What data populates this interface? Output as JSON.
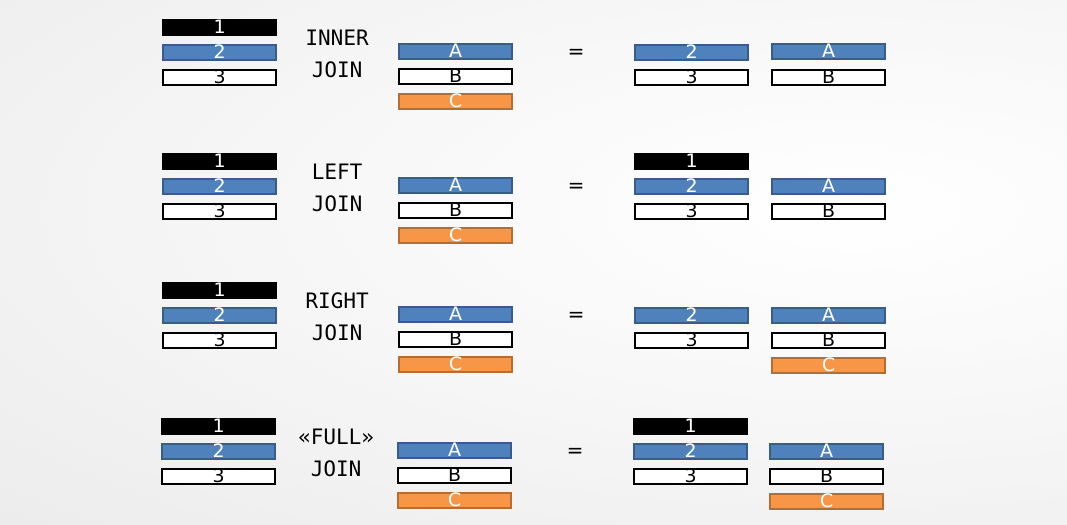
{
  "joins": [
    {
      "name": "inner",
      "operator": [
        "INNER",
        "JOIN"
      ],
      "left_table": [
        {
          "text": "1",
          "color": "black"
        },
        {
          "text": "2",
          "color": "blue"
        },
        {
          "text": "3",
          "color": "white"
        }
      ],
      "right_table": [
        {
          "text": "A",
          "color": "blue"
        },
        {
          "text": "B",
          "color": "white"
        },
        {
          "text": "C",
          "color": "orange"
        }
      ],
      "equals": "=",
      "result_left": [
        null,
        {
          "text": "2",
          "color": "blue"
        },
        {
          "text": "3",
          "color": "white"
        }
      ],
      "result_right": [
        null,
        {
          "text": "A",
          "color": "blue"
        },
        {
          "text": "B",
          "color": "white"
        },
        null
      ]
    },
    {
      "name": "left",
      "operator": [
        "LEFT",
        "JOIN"
      ],
      "left_table": [
        {
          "text": "1",
          "color": "black"
        },
        {
          "text": "2",
          "color": "blue"
        },
        {
          "text": "3",
          "color": "white"
        }
      ],
      "right_table": [
        {
          "text": "A",
          "color": "blue"
        },
        {
          "text": "B",
          "color": "white"
        },
        {
          "text": "C",
          "color": "orange"
        }
      ],
      "equals": "=",
      "result_left": [
        {
          "text": "1",
          "color": "black"
        },
        {
          "text": "2",
          "color": "blue"
        },
        {
          "text": "3",
          "color": "white"
        }
      ],
      "result_right": [
        null,
        {
          "text": "A",
          "color": "blue"
        },
        {
          "text": "B",
          "color": "white"
        },
        null
      ]
    },
    {
      "name": "right",
      "operator": [
        "RIGHT",
        "JOIN"
      ],
      "left_table": [
        {
          "text": "1",
          "color": "black"
        },
        {
          "text": "2",
          "color": "blue"
        },
        {
          "text": "3",
          "color": "white"
        }
      ],
      "right_table": [
        {
          "text": "A",
          "color": "blue"
        },
        {
          "text": "B",
          "color": "white"
        },
        {
          "text": "C",
          "color": "orange"
        }
      ],
      "equals": "=",
      "result_left": [
        null,
        {
          "text": "2",
          "color": "blue"
        },
        {
          "text": "3",
          "color": "white"
        }
      ],
      "result_right": [
        null,
        {
          "text": "A",
          "color": "blue"
        },
        {
          "text": "B",
          "color": "white"
        },
        {
          "text": "C",
          "color": "orange"
        }
      ]
    },
    {
      "name": "full",
      "operator": [
        "«FULL»",
        "JOIN"
      ],
      "left_table": [
        {
          "text": "1",
          "color": "black"
        },
        {
          "text": "2",
          "color": "blue"
        },
        {
          "text": "3",
          "color": "white"
        }
      ],
      "right_table": [
        {
          "text": "A",
          "color": "blue"
        },
        {
          "text": "B",
          "color": "white"
        },
        {
          "text": "C",
          "color": "orange"
        }
      ],
      "equals": "=",
      "result_left": [
        {
          "text": "1",
          "color": "black"
        },
        {
          "text": "2",
          "color": "blue"
        },
        {
          "text": "3",
          "color": "white"
        }
      ],
      "result_right": [
        null,
        {
          "text": "A",
          "color": "blue"
        },
        {
          "text": "B",
          "color": "white"
        },
        {
          "text": "C",
          "color": "orange"
        }
      ]
    }
  ]
}
